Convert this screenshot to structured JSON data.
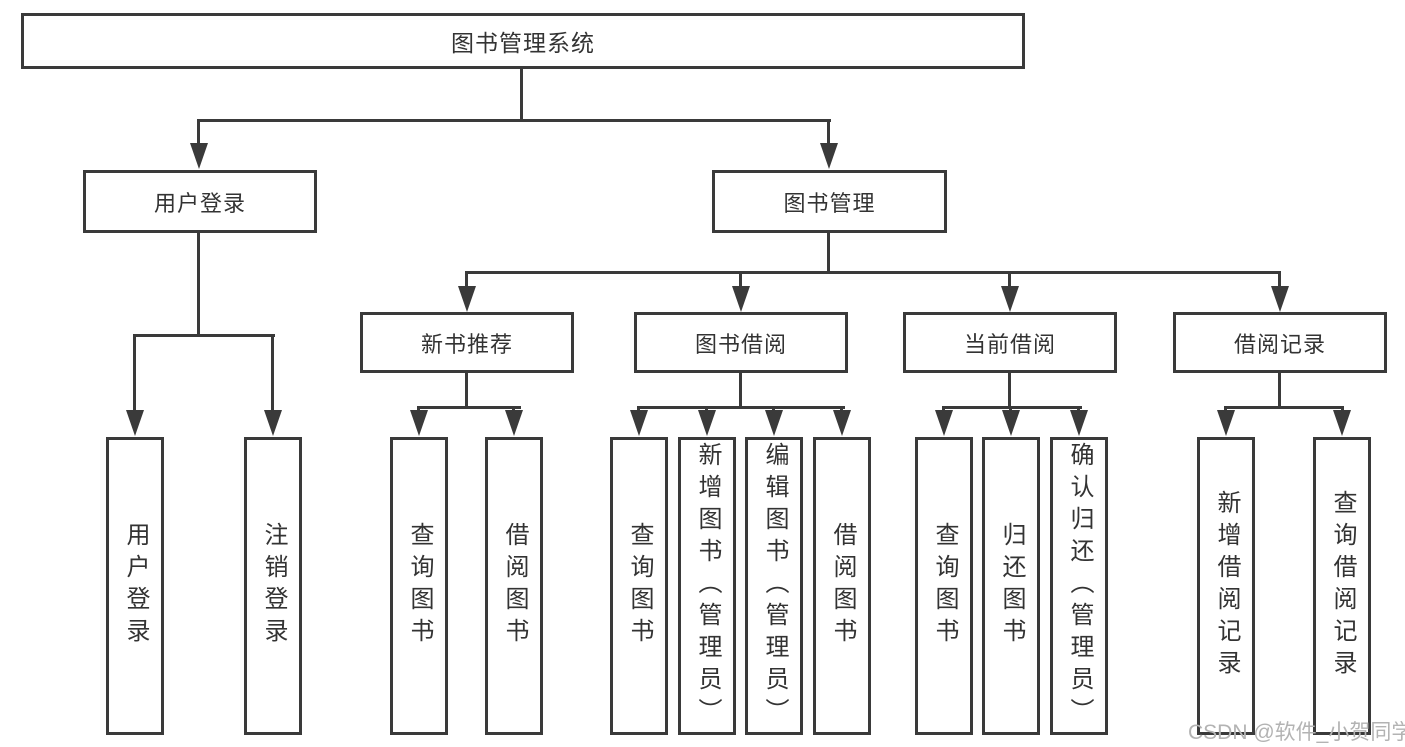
{
  "colors": {
    "line": "#3a3a3a",
    "text": "#333333",
    "watermark": "#b3b3b3",
    "bg": "#ffffff"
  },
  "root": {
    "label": "图书管理系统"
  },
  "level2": {
    "user_login": {
      "label": "用户登录"
    },
    "book_mgmt": {
      "label": "图书管理"
    }
  },
  "level3": {
    "new_books": {
      "label": "新书推荐"
    },
    "borrowing": {
      "label": "图书借阅"
    },
    "current": {
      "label": "当前借阅"
    },
    "records": {
      "label": "借阅记录"
    }
  },
  "leaves": {
    "user_login_1": {
      "label": "用户登录"
    },
    "user_login_2": {
      "label": "注销登录"
    },
    "new_books_1": {
      "label": "查询图书"
    },
    "new_books_2": {
      "label": "借阅图书"
    },
    "borrowing_1": {
      "label": "查询图书"
    },
    "borrowing_2": {
      "label": "新增图书（管理员）"
    },
    "borrowing_3": {
      "label": "编辑图书（管理员）"
    },
    "borrowing_4": {
      "label": "借阅图书"
    },
    "current_1": {
      "label": "查询图书"
    },
    "current_2": {
      "label": "归还图书"
    },
    "current_3": {
      "label": "确认归还（管理员）"
    },
    "records_1": {
      "label": "新增借阅记录"
    },
    "records_2": {
      "label": "查询借阅记录"
    }
  },
  "watermark": {
    "text": "CSDN @软件_小贺同学"
  }
}
